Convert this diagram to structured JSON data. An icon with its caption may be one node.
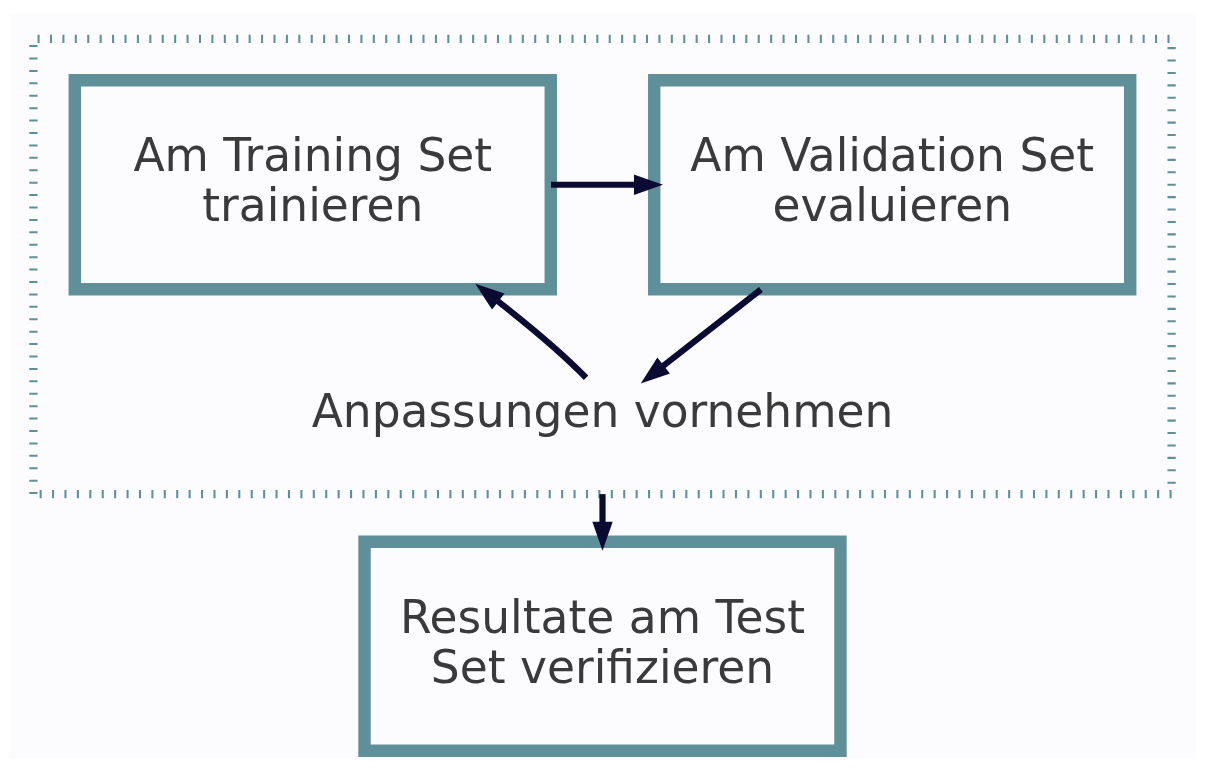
{
  "diagram": {
    "nodes": [
      {
        "text": [],
        "shape": "box"
      },
      {
        "text": [
          "Am Training Set trainieren"
        ],
        "in": 0
      },
      {
        "text": [
          "Am Validation Set evaluieren"
        ],
        "in": 0
      },
      {
        "text": [
          "Anpassungen vornehmen"
        ],
        "in": 0
      },
      {
        "text": [
          "Resultate am Test Set verifizieren"
        ]
      }
    ],
    "edges": [
      {
        "from": 1,
        "to": 2,
        "arrow": "to"
      },
      {
        "from": 2,
        "to": 3,
        "arrow": "to"
      },
      {
        "from": 3,
        "to": 1,
        "arrow": "to"
      },
      {
        "from": 0,
        "to": 4,
        "arrow": "to"
      }
    ]
  }
}
